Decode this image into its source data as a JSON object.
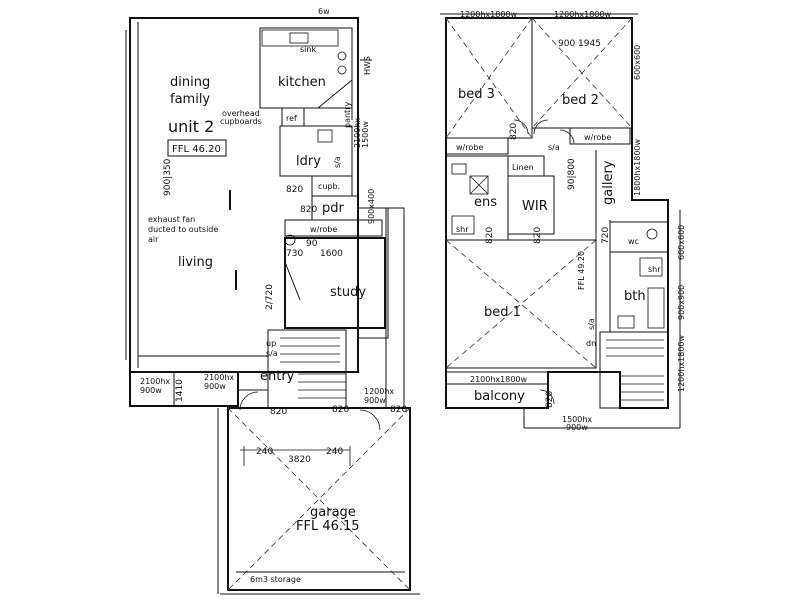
{
  "ground_floor": {
    "unit_label": "unit 2",
    "ffl_label": "FFL 46.20",
    "rooms": {
      "dining_family_line1": "dining",
      "dining_family_line2": "family",
      "kitchen": "kitchen",
      "laundry": "ldry",
      "powder": "pdr",
      "study": "study",
      "living": "living",
      "entry": "entry",
      "garage": "garage",
      "garage_ffl": "FFL 46.15",
      "storage": "6m3 storage"
    },
    "notes": {
      "sink": "sink",
      "hws": "HWS",
      "pantry": "pantry",
      "ref": "ref",
      "overhead_line1": "overhead",
      "overhead_line2": "cupboards",
      "cupb": "cupb.",
      "wrobe": "w/robe",
      "exhaust_line1": "exhaust fan",
      "exhaust_line2": "ducted to outside",
      "exhaust_line3": "air",
      "up": "up",
      "sa1": "s/a",
      "sa2": "s/a"
    },
    "dimensions": {
      "d_900_350": "900|350",
      "d_2100x1500": "2100hx",
      "d_1500w": "1500w",
      "d_820_a": "820",
      "d_820_b": "820",
      "d_820_c": "820",
      "d_820_d": "820",
      "d_820_e": "820",
      "d_730": "730",
      "d_90": "90",
      "d_1600": "1600",
      "d_2720": "2/720",
      "d_900_400": "900x400",
      "d_1410": "1410",
      "d_2100hx_a": "2100hx",
      "d_900w_a": "900w",
      "d_2100hx_b": "2100hx",
      "d_900w_b": "900w",
      "d_1200hx": "1200hx",
      "d_900w_c": "900w",
      "d_240_a": "240",
      "d_3820": "3820",
      "d_240_b": "240",
      "d_6w": "6w"
    }
  },
  "upper_floor": {
    "rooms": {
      "bed3": "bed 3",
      "bed2": "bed 2",
      "bed1": "bed 1",
      "ens": "ens",
      "wir": "WIR",
      "linen": "Linen",
      "gallery": "gallery",
      "wc": "wc",
      "bth": "bth",
      "balcony": "balcony"
    },
    "notes": {
      "wrobe_a": "w/robe",
      "wrobe_b": "w/robe",
      "shr_a": "shr",
      "shr_b": "shr",
      "sa_a": "s/a",
      "sa_b": "s/a",
      "dn": "dn",
      "ffl": "FFL 49.20"
    },
    "dimensions": {
      "top_left": "1200hx1800w",
      "top_right": "1200hx1800w",
      "d_900_1945": "900     1945",
      "d_820_a": "820",
      "d_820_b": "820",
      "d_820_c": "820",
      "d_820_d": "820",
      "d_720": "720",
      "d_9000": "90|800",
      "d_2100hx1800w": "2100hx1800w",
      "d_1500hx": "1500hx",
      "d_900w": "900w",
      "d_600x600": "600x600",
      "d_900x900": "900x900",
      "d_side": "1200hx1800w",
      "d_side2": "1800hx1800w",
      "d_right_top": "600x600"
    }
  }
}
